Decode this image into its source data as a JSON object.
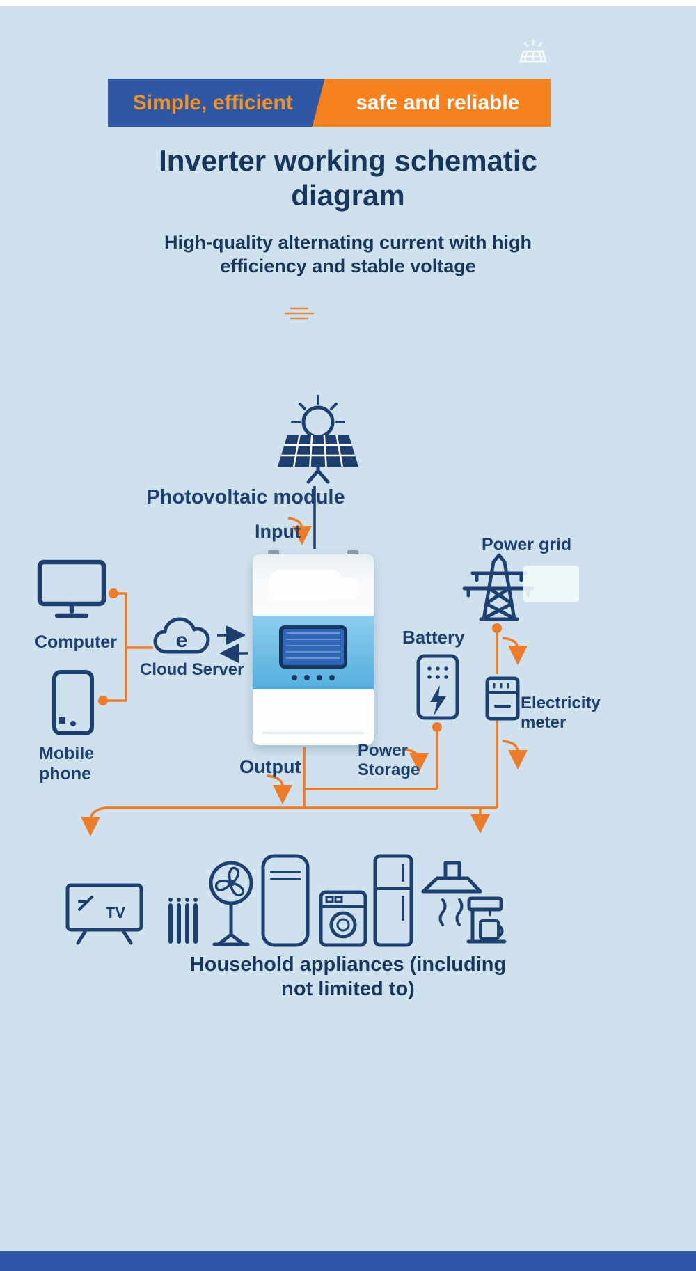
{
  "banner": {
    "left_text": "Simple, efficient",
    "right_text": "safe and reliable"
  },
  "heading": {
    "title_lines": [
      "Inverter working schematic",
      "diagram"
    ],
    "subtitle_lines": [
      "High-quality alternating current with high",
      "efficiency and stable voltage"
    ]
  },
  "diagram": {
    "photovoltaic_label": "Photovoltaic module",
    "input_label": "Input",
    "output_label": "Output",
    "power_grid_label": "Power grid",
    "computer_label": "Computer",
    "cloud_server_label": "Cloud Server",
    "cloud_letter": "e",
    "battery_label": "Battery",
    "mobile_phone_label": "Mobile phone",
    "electricity_meter_label": "Electricity meter",
    "power_storage_label": "Power Storage",
    "tv_text": "TV"
  },
  "caption_lines": [
    "Household appliances (including",
    "not limited to)"
  ],
  "colors": {
    "background": "#cfe1ed",
    "navy": "#1d4070",
    "orange": "#ee7c2b",
    "banner_blue": "#2e57a6",
    "banner_orange": "#f5821f",
    "banner_left_text": "#f6921e",
    "inverter_band_blue": "#5fb6e2",
    "footer_blue": "#2e57a8"
  }
}
